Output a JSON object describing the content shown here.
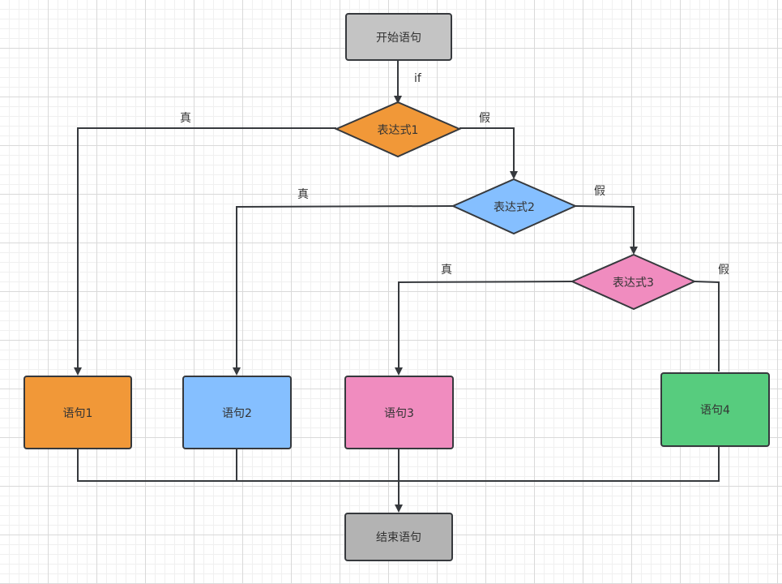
{
  "nodes": {
    "start": {
      "label": "开始语句",
      "fill": "#c4c4c4"
    },
    "expr1": {
      "label": "表达式1",
      "fill": "#f19838"
    },
    "expr2": {
      "label": "表达式2",
      "fill": "#85bfff"
    },
    "expr3": {
      "label": "表达式3",
      "fill": "#f08cbf"
    },
    "stmt1": {
      "label": "语句1",
      "fill": "#f19838"
    },
    "stmt2": {
      "label": "语句2",
      "fill": "#85bfff"
    },
    "stmt3": {
      "label": "语句3",
      "fill": "#f08cbf"
    },
    "stmt4": {
      "label": "语句4",
      "fill": "#57cc7e"
    },
    "end": {
      "label": "结束语句",
      "fill": "#b3b3b3"
    }
  },
  "edge_labels": {
    "if": "if",
    "true1": "真",
    "false1": "假",
    "true2": "真",
    "false2": "假",
    "true3": "真",
    "false3": "假"
  }
}
